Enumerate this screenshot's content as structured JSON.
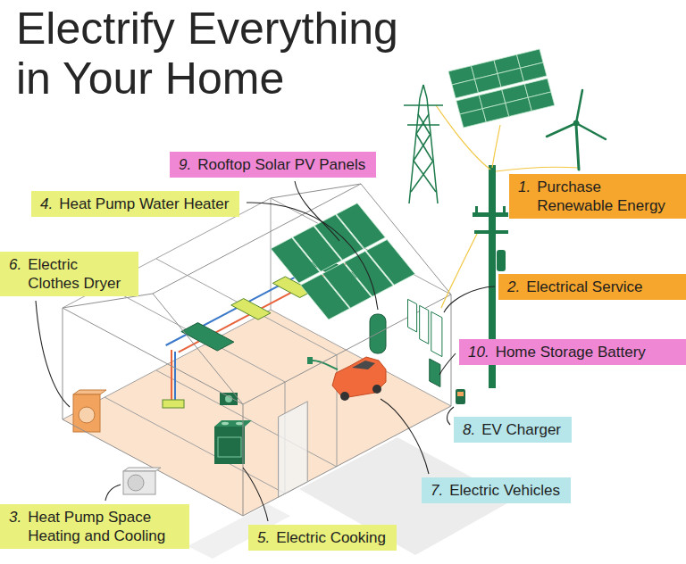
{
  "diagram": {
    "title": "Electrify Everything in Your Home",
    "nodes": [
      {
        "text": [
          "9.",
          "Rooftop Solar PV Panels"
        ]
      },
      {
        "text": [
          "1.",
          "Purchase Renewable Energy"
        ]
      },
      {
        "text": [
          "4.",
          "Heat Pump Water Heater"
        ]
      },
      {
        "text": [
          "6.",
          "Electric Clothes Dryer"
        ]
      },
      {
        "text": [
          "2.",
          "Electrical Service"
        ]
      },
      {
        "text": [
          "10.",
          "Home Storage Battery"
        ]
      },
      {
        "text": [
          "8.",
          "EV Charger"
        ]
      },
      {
        "text": [
          "7.",
          "Electric Vehicles"
        ]
      },
      {
        "text": [
          "3.",
          "Heat Pump Space Heating and Cooling"
        ]
      },
      {
        "text": [
          "5.",
          "Electric Cooking"
        ]
      }
    ]
  }
}
